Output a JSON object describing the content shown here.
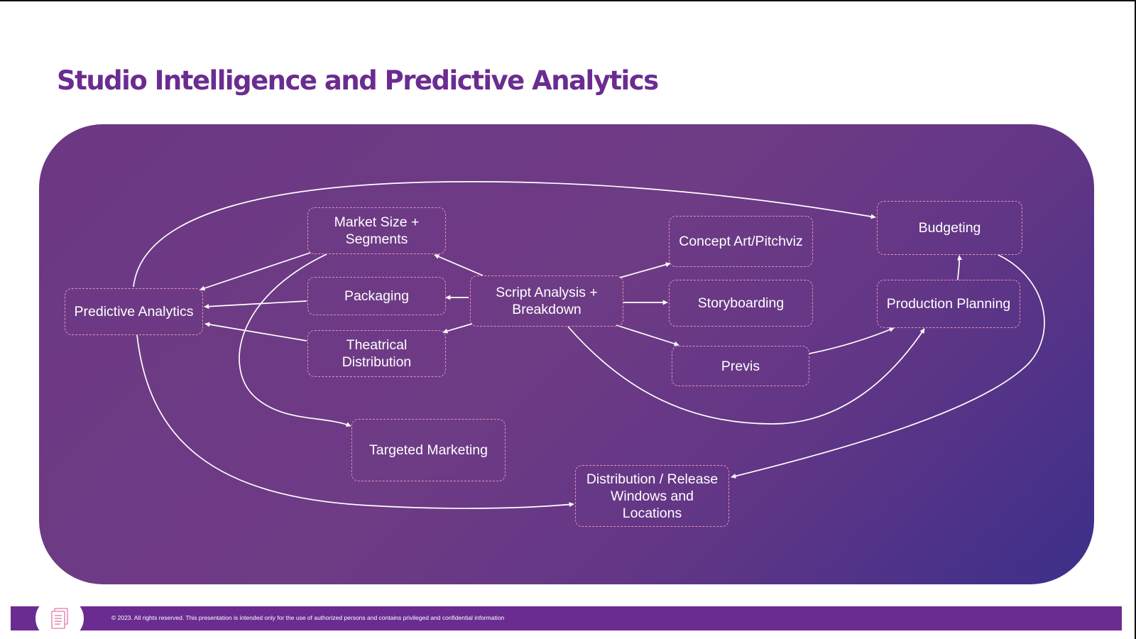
{
  "title": "Studio Intelligence and Predictive Analytics",
  "nodes": {
    "predictive_analytics": "Predictive Analytics",
    "market_size": "Market Size +\nSegments",
    "packaging": "Packaging",
    "theatrical": "Theatrical\nDistribution",
    "targeted_marketing": "Targeted Marketing",
    "script_analysis": "Script Analysis +\nBreakdown",
    "concept_art": "Concept Art/Pitchviz",
    "storyboarding": "Storyboarding",
    "previs": "Previs",
    "budgeting": "Budgeting",
    "production_planning": "Production Planning",
    "distribution_release": "Distribution / Release\nWindows and\nLocations"
  },
  "footer": {
    "copyright": "© 2023.  All rights reserved. This presentation is intended only for the use of authorized persons and contains privileged and confidential information"
  },
  "colors": {
    "title": "#6b2c91",
    "node_border": "#e58fb8",
    "footer": "#6b2c91",
    "logo_accent": "#e58fb8"
  },
  "icons": {
    "footer_logo": "document-stack-icon"
  }
}
